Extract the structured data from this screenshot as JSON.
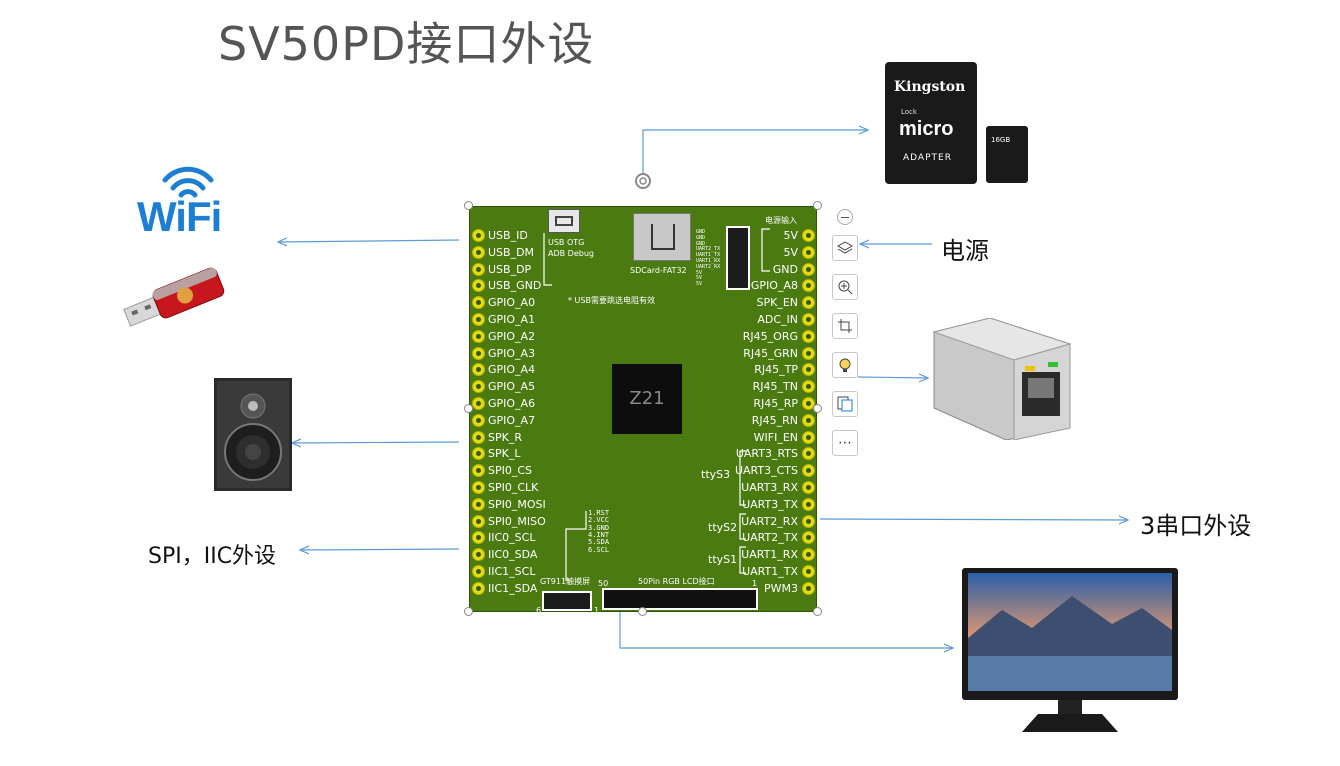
{
  "title": "SV50PD接口外设",
  "board": {
    "left_pins": [
      "USB_ID",
      "USB_DM",
      "USB_DP",
      "USB_GND",
      "GPIO_A0",
      "GPIO_A1",
      "GPIO_A2",
      "GPIO_A3",
      "GPIO_A4",
      "GPIO_A5",
      "GPIO_A6",
      "GPIO_A7",
      "SPK_R",
      "SPK_L",
      "SPI0_CS",
      "SPI0_CLK",
      "SPI0_MOSI",
      "SPI0_MISO",
      "IIC0_SCL",
      "IIC0_SDA",
      "IIC1_SCL",
      "IIC1_SDA"
    ],
    "right_pins": [
      "5V",
      "5V",
      "GND",
      "GPIO_A8",
      "SPK_EN",
      "ADC_IN",
      "RJ45_ORG",
      "RJ45_GRN",
      "RJ45_TP",
      "RJ45_TN",
      "RJ45_RP",
      "RJ45_RN",
      "WIFI_EN",
      "UART3_RTS",
      "UART3_CTS",
      "UART3_RX",
      "UART3_TX",
      "UART2_RX",
      "UART2_TX",
      "UART1_RX",
      "UART1_TX",
      "PWM3"
    ],
    "usb_otg_line1": "USB OTG",
    "usb_otg_line2": "ADB Debug",
    "usb_note": "* USB需要跳选电阻有效",
    "sdcard_label": "SDCard-FAT32",
    "power_input": "电源输入",
    "uart_small_labels": [
      "GND",
      "GND",
      "GND",
      "UART2_TX",
      "UART1_TX",
      "UART1_RX",
      "UART2_RX",
      "5V",
      "5V",
      "5V"
    ],
    "chip_label": "Z21",
    "tty_labels": [
      "ttyS3",
      "ttyS2",
      "ttyS1"
    ],
    "gt911_pins": [
      "1.RST",
      "2.VCC",
      "3.GND",
      "4.INT",
      "5.SDA",
      "6.SCL"
    ],
    "gt911_label": "GT911触摸屏",
    "gt911_num_left": "6",
    "gt911_num_right": "1",
    "lcd_label": "50Pin RGB LCD接口",
    "lcd_num_left": "50",
    "lcd_num_right": "1"
  },
  "callouts": {
    "power": "电源",
    "serial": "3串口外设",
    "spi_iic": "SPI，IIC外设"
  },
  "peripherals": {
    "wifi": "WiFi",
    "sd_brand": "Kingston",
    "sd_main": "micro",
    "sd_adapter": "ADAPTER",
    "sd_lock": "Lock",
    "sd_small": "16GB"
  },
  "toolbar": {
    "icons": [
      "minus-icon",
      "layers-icon",
      "zoom-in-icon",
      "crop-icon",
      "lightbulb-icon",
      "image-icon",
      "more-icon"
    ],
    "more": "⋯"
  },
  "colors": {
    "board": "#4a7a10",
    "pin": "#e4dc12",
    "arrow": "#5b9bd5",
    "title": "#555555"
  }
}
